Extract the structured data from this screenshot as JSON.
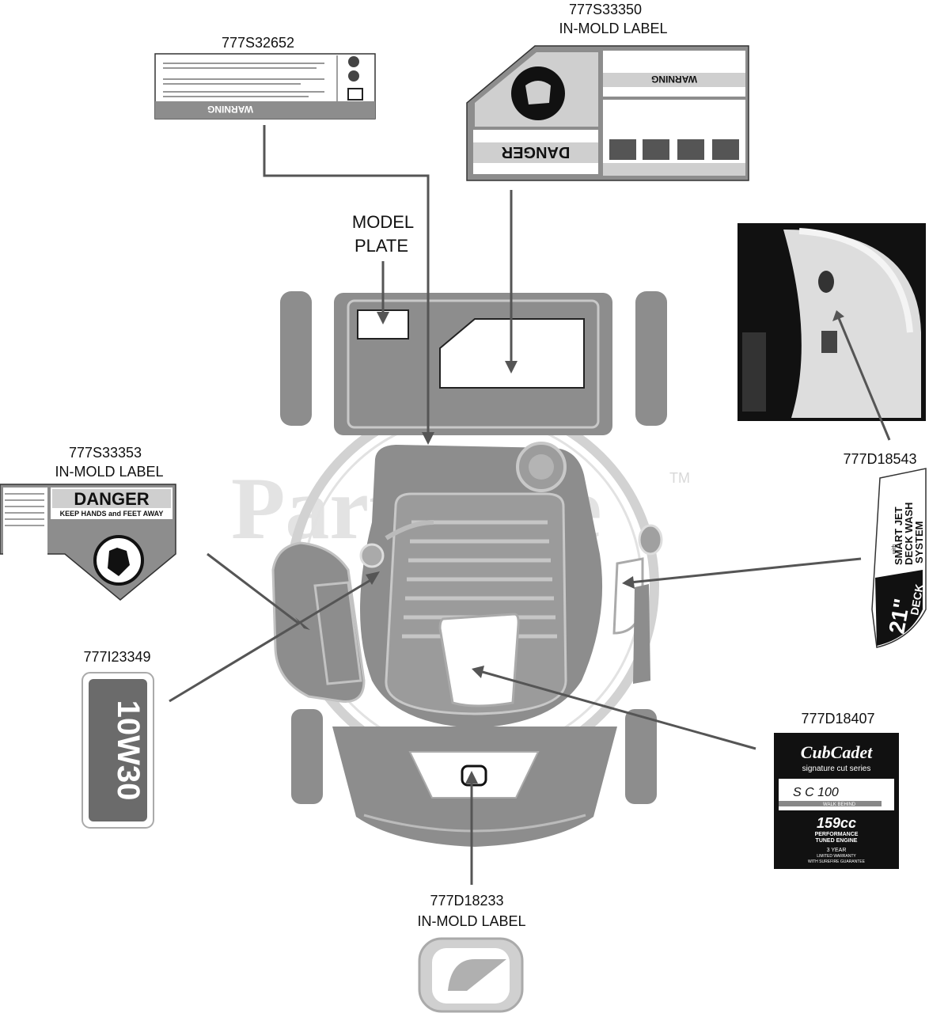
{
  "watermark": "PartsTree",
  "watermark_tm": "TM",
  "parts": {
    "p32652": {
      "number": "777S32652"
    },
    "p33350": {
      "number": "777S33350",
      "desc": "IN-MOLD LABEL"
    },
    "model_plate": {
      "line1": "MODEL",
      "line2": "PLATE"
    },
    "p33353": {
      "number": "777S33353",
      "desc": "IN-MOLD LABEL"
    },
    "p23349": {
      "number": "777I23349"
    },
    "p18543": {
      "number": "777D18543"
    },
    "p18407": {
      "number": "777D18407"
    },
    "p18233": {
      "number": "777D18233",
      "desc": "IN-MOLD LABEL"
    }
  },
  "decals": {
    "warning": "WARNING",
    "danger": "DANGER",
    "keep_hands": "KEEP HANDS and FEET AWAY",
    "oil": "10W30",
    "deckwash_with": "with",
    "deckwash_l1": "SMART JET",
    "deckwash_l2": "DECK WASH",
    "deckwash_l3": "SYSTEM",
    "deck_size": "21\"",
    "deck_word": "DECK",
    "brand": "CubCadet",
    "series": "signature cut series",
    "model": "S C  100",
    "walk_behind": "WALK BEHIND",
    "engine_cc": "159cc",
    "engine_l1": "PERFORMANCE",
    "engine_l2": "TUNED ENGINE",
    "warranty_l1": "3 YEAR",
    "warranty_l2": "LIMITED WARRANTY",
    "warranty_l3": "WITH SUREFIRE GUARANTEE"
  }
}
